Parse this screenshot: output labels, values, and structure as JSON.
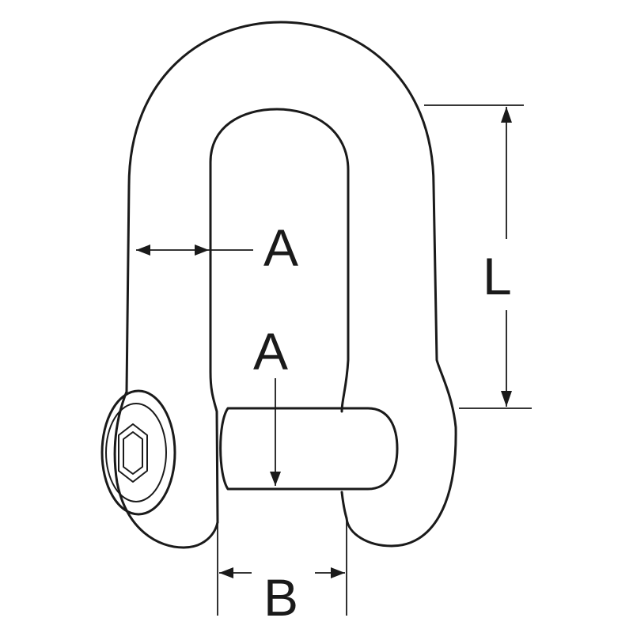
{
  "labels": {
    "thickness_upper": "A",
    "thickness_pin": "A",
    "length": "L",
    "width": "B"
  },
  "colors": {
    "line": "#1a1a1a",
    "background": "#ffffff",
    "pin_head_fill": "#d9d9d9"
  }
}
